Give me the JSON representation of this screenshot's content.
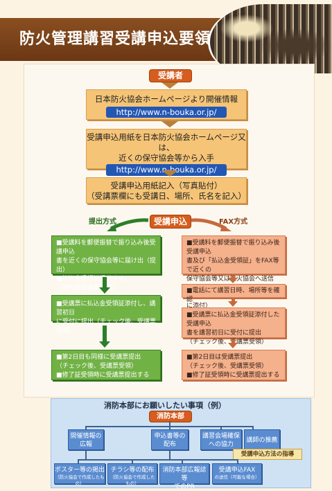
{
  "header": {
    "title": "防火管理講習受講申込要領"
  },
  "flow": {
    "applicant_label": "受講者",
    "step1": {
      "text": "日本防火協会ホームページより開催情報",
      "url": "http://www.n-bouka.or.jp/"
    },
    "step2": {
      "line1": "受講申込用紙を日本防火協会ホームページ又は、",
      "line2": "近くの保守協会等から入手",
      "url": "http://www.n-bouka.or.jp/"
    },
    "step3": {
      "line1": "受講申込用紙記入（写真貼付）",
      "line2": "（受講票欄にも受講日、場所、氏名を記入）"
    },
    "apply_label": "受講申込",
    "method_submit": "提出方式",
    "method_fax": "FAX方式"
  },
  "submit_branch": {
    "box1": [
      "■受講料を郵便振替で振り込み後受講申込",
      "書を近くの保守協会等に届け出（提出）",
      "■払込金受領証提示する。",
      "（受付後受講票受領）"
    ],
    "box2": [
      "■受講票に払込金受領証添付し、講習初日",
      "に受付に提出（チェック後、受講票受領）"
    ],
    "box3": [
      "■第2日目も同様に受講票提出",
      "（チェック後、受講票受領）",
      "■修了証受領時に受講票提出する"
    ]
  },
  "fax_branch": {
    "box1": [
      "■受講料を郵便振替で振り込み後受講申込",
      "書及び「払込金受領証」をFAX等で近くの",
      "保守協会等又は防火協会へ送信（払込金受領",
      "証は、申込書の裏側に貼らない所に添付）"
    ],
    "box2": [
      "■電話にて講習日時、場所等を確認"
    ],
    "box3": [
      "■受講票に払込金受領証添付した受講申込",
      "書を講習初日に受付に提出",
      "（チェック後、受講票受領）"
    ],
    "box4": [
      "■第2日目は受講票提出",
      "（チェック後、受講票受領）",
      "■修了証受領時に受講票提出する"
    ]
  },
  "bottom": {
    "heading": "消防本部にお願いしたい事項（例）",
    "root": "消防本部",
    "nodes": {
      "info_notice": [
        "開催情報の",
        "広報"
      ],
      "form_distribution": [
        "申込書等の",
        "配布"
      ],
      "venue_cooperation": [
        "講習会場確保",
        "への協力"
      ],
      "instructor": [
        "講師の推薦"
      ],
      "poster": [
        "ポスター等の掲出",
        "（防火協会で作成したもの）"
      ],
      "flyer": [
        "チラシ等の配布",
        "（防火協会で作成したもの）"
      ],
      "pr_magazine": [
        "消防本部広報誌等",
        "でのPR"
      ],
      "fax_send": [
        "受講申込FAX",
        "の送信（可能な場合）"
      ]
    },
    "guidance_badge": "受講申込方法の指導"
  },
  "colors": {
    "header": "#7a421a",
    "tan_box": "#f5c477",
    "orange_pill": "#d65d1e",
    "green_box": "#71b245",
    "salmon_box": "#f5b08c",
    "blue_box": "#5a8cd0",
    "url_bar": "#2357b4"
  }
}
